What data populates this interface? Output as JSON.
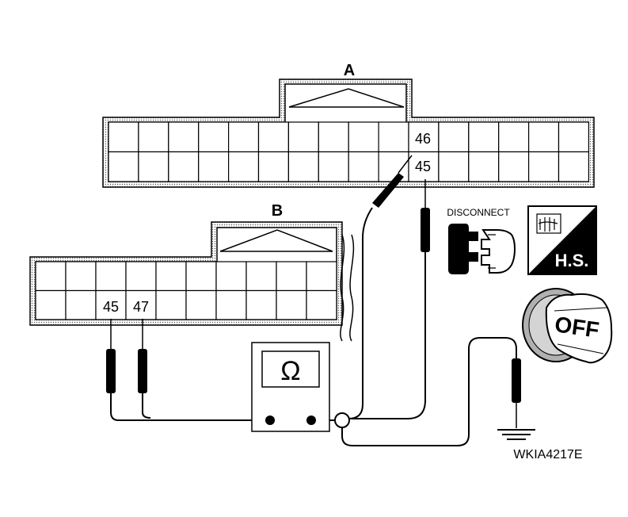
{
  "diagram": {
    "connector_a": {
      "label": "A",
      "pins": [
        "46",
        "45"
      ]
    },
    "connector_b": {
      "label": "B",
      "pins": [
        "45",
        "47"
      ]
    },
    "meter": {
      "symbol": "Ω"
    },
    "icons": {
      "disconnect_label": "DISCONNECT",
      "hs_label": "H.S.",
      "off_label": "OFF"
    },
    "figure_code": "WKIA4217E"
  },
  "colors": {
    "line": "#000000",
    "connector_fill": "#f2f2f2",
    "background": "#ffffff"
  }
}
